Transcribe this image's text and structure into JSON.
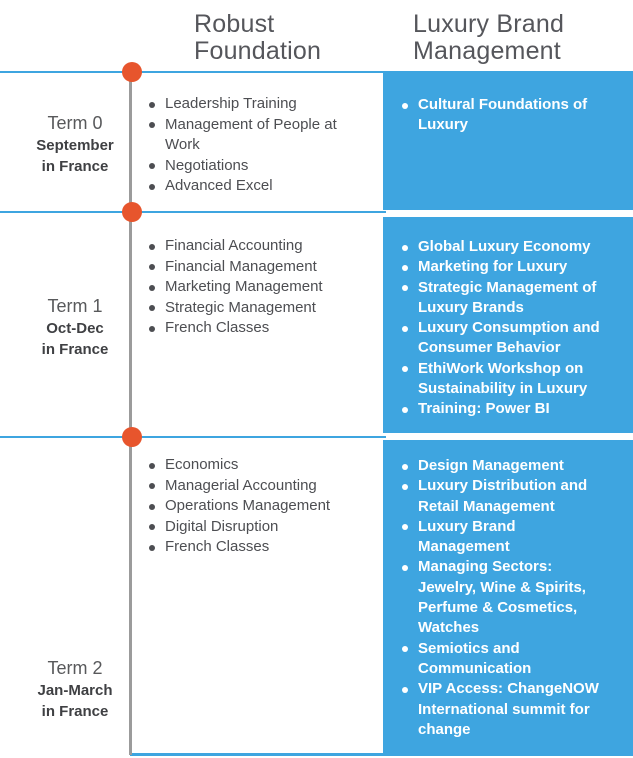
{
  "header": {
    "foundation_title": "Robust Foundation",
    "luxury_title": "Luxury Brand Management"
  },
  "colors": {
    "accent_blue": "#3EA5E0",
    "dot_orange": "#E7552D",
    "timeline_gray": "#9B9B9B",
    "header_text": "#55565B",
    "body_text": "#4D4E52",
    "panel_text": "#FFFFFF"
  },
  "terms": [
    {
      "name": "Term 0",
      "dates": "September",
      "location": "in France",
      "foundation_courses": [
        "Leadership Training",
        "Management of People at Work",
        "Negotiations",
        "Advanced Excel"
      ],
      "luxury_courses": [
        "Cultural Foundations of Luxury"
      ]
    },
    {
      "name": "Term 1",
      "dates": "Oct-Dec",
      "location": "in France",
      "foundation_courses": [
        "Financial Accounting",
        "Financial Management",
        "Marketing Management",
        "Strategic Management",
        "French Classes"
      ],
      "luxury_courses": [
        "Global Luxury Economy",
        "Marketing for Luxury",
        "Strategic Management of Luxury Brands",
        "Luxury Consumption and Consumer Behavior",
        "EthiWork Workshop on Sustainability in Luxury",
        "Training: Power BI"
      ]
    },
    {
      "name": "Term 2",
      "dates": "Jan-March",
      "location": "in France",
      "foundation_courses": [
        "Economics",
        "Managerial Accounting",
        "Operations Management",
        "Digital Disruption",
        "French Classes"
      ],
      "luxury_courses": [
        "Design Management",
        "Luxury Distribution and Retail Management",
        "Luxury Brand Management",
        "Managing Sectors: Jewelry, Wine & Spirits, Perfume & Cosmetics, Watches",
        "Semiotics and Communication",
        "VIP Access: ChangeNOW International summit for change"
      ]
    }
  ]
}
